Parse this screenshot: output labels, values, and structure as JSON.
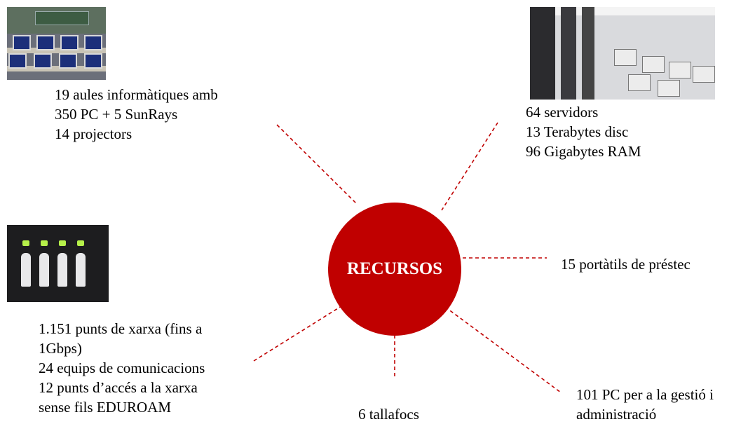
{
  "center": {
    "label": "RECURSOS",
    "color": "#c00000"
  },
  "connector_color": "#c00000",
  "nodes": {
    "classrooms": {
      "lines": [
        "19 aules informàtiques amb",
        "350 PC + 5 SunRays",
        "14 projectors"
      ],
      "image": "computer-lab-photo"
    },
    "servers": {
      "lines": [
        "64 servidors",
        "13 Terabytes disc",
        "96 Gigabytes RAM"
      ],
      "image": "server-room-photo"
    },
    "laptops": {
      "lines": [
        "15 portàtils de préstec"
      ]
    },
    "network": {
      "lines": [
        "1.151 punts de xarxa (fins a",
        "1Gbps)",
        "24 equips de comunicacions",
        "12 punts d’accés a la xarxa",
        "sense fils EDUROAM"
      ],
      "image": "network-switch-photo"
    },
    "firewalls": {
      "lines": [
        "6 tallafocs"
      ]
    },
    "admin_pcs": {
      "lines": [
        "101 PC per a la gestió i",
        "administració"
      ]
    }
  }
}
